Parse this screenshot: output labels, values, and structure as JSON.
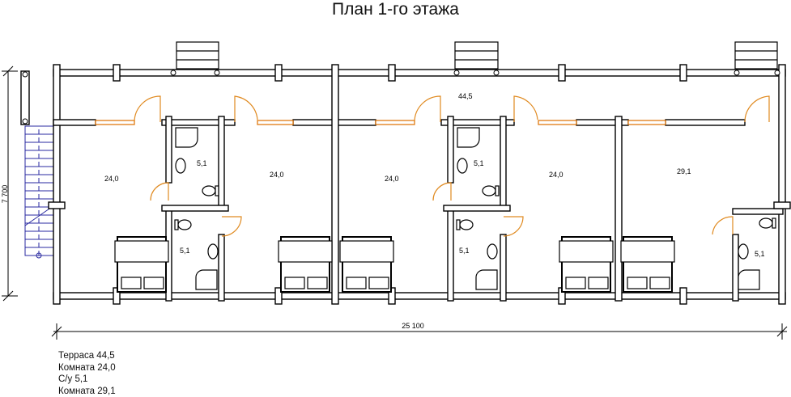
{
  "title": "План 1-го этажа",
  "rooms": {
    "terrace": "44,5",
    "room1": "24,0",
    "bath1a": "5,1",
    "bath1b": "5,1",
    "room2": "24,0",
    "room3": "24,0",
    "bath2a": "5,1",
    "bath2b": "5,1",
    "room4": "24,0",
    "room5": "29,1",
    "bath3": "5,1"
  },
  "dimensions": {
    "height": "7 700",
    "width": "25 100"
  },
  "legend": [
    "Терраса 44,5",
    "Комната 24,0",
    "С/у 5,1",
    "Комната 29,1"
  ],
  "colors": {
    "walls": "#000000",
    "windows_doors": "#e07a10",
    "stairs": "#2a2aa0"
  }
}
